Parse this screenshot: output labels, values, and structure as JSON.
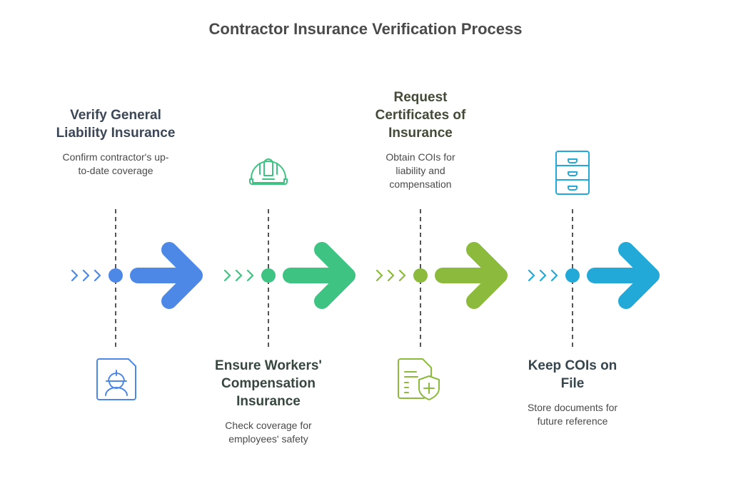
{
  "title": "Contractor Insurance Verification Process",
  "steps": [
    {
      "heading": "Verify General Liability Insurance",
      "description": "Confirm contractor's up-to-date coverage",
      "icon": "worker-id-card-icon",
      "color": "#4e88e6",
      "text_color": "#3b4656",
      "text_position": "top",
      "icon_position": "bottom"
    },
    {
      "heading": "Ensure Workers' Compensation Insurance",
      "description": "Check coverage for employees' safety",
      "icon": "hard-hat-icon",
      "color": "#3fc383",
      "text_color": "#37473f",
      "text_position": "bottom",
      "icon_position": "top"
    },
    {
      "heading": "Request Certificates of Insurance",
      "description": "Obtain COIs for liability and compensation",
      "icon": "document-shield-icon",
      "color": "#8cba3c",
      "text_color": "#444a38",
      "text_position": "top",
      "icon_position": "bottom"
    },
    {
      "heading": "Keep COIs on File",
      "description": "Store documents for future reference",
      "icon": "filing-cabinet-icon",
      "color": "#22a9d8",
      "text_color": "#37464d",
      "text_position": "bottom",
      "icon_position": "top"
    }
  ]
}
